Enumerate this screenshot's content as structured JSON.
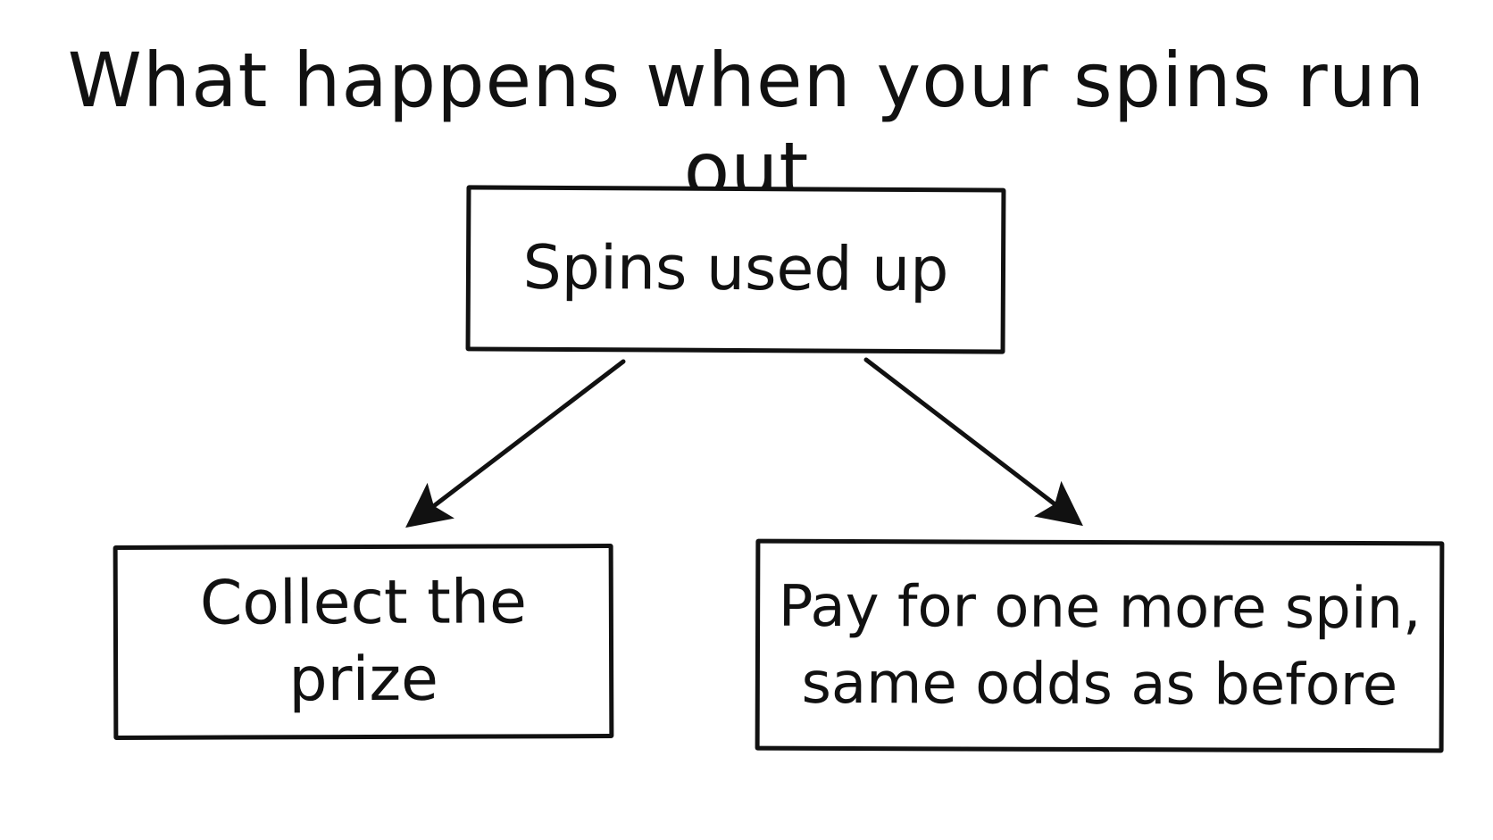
{
  "title": "What happens when your spins run out",
  "nodes": {
    "start": "Spins used up",
    "collect": "Collect the prize",
    "pay": "Pay for one more spin,\nsame odds as before"
  },
  "colors": {
    "ink": "#111111",
    "background": "#ffffff"
  }
}
